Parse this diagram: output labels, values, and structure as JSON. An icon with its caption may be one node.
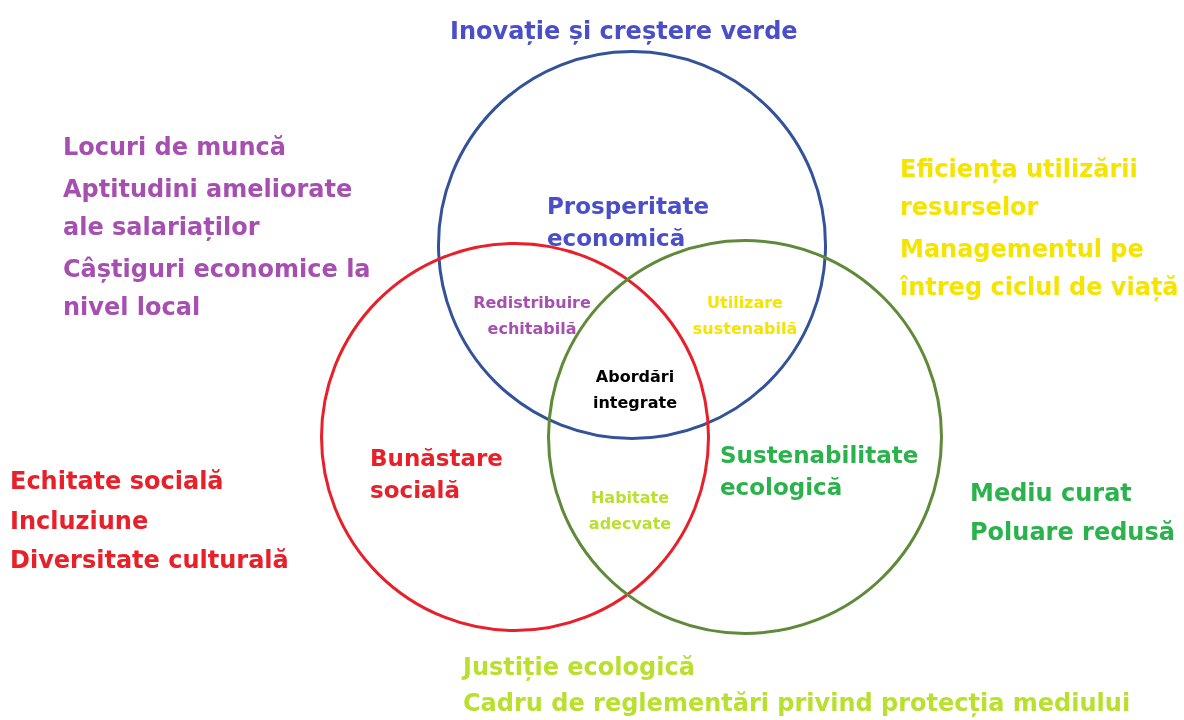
{
  "diagram": {
    "nodes": [
      {
        "text": [
          "Prosperitate economică"
        ]
      },
      {
        "text": [
          "Bunăstare socială"
        ]
      },
      {
        "text": [
          "Sustenabilitate ecologică"
        ]
      }
    ],
    "labels": [
      "Inovație și creștere verde",
      "Locuri de muncă",
      "Aptitudini ameliorate ale salariaților",
      "Câștiguri economice la nivel local",
      "Eficiența utilizării resurselor",
      "Managementul pe întreg ciclul de viață",
      "Redistribuire echitabilă",
      "Utilizare sustenabilă",
      "Abordări integrate",
      "Echitate socială",
      "Incluziune",
      "Diversitate culturală",
      "Habitate adecvate",
      "Mediu curat",
      "Poluare redusă",
      "Justiție ecologică",
      "Cadru de reglementări privind protecția mediului"
    ]
  }
}
